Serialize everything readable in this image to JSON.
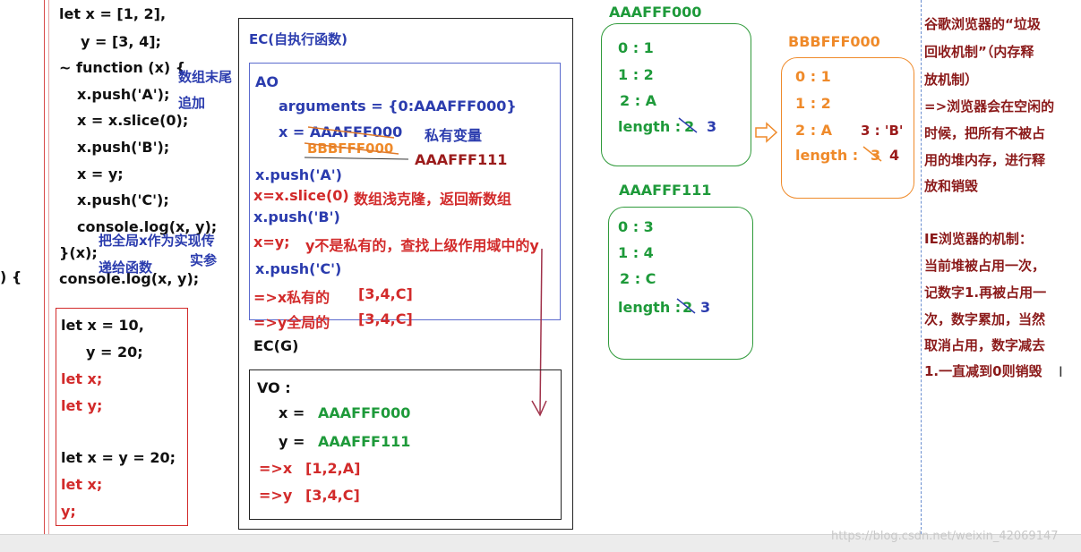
{
  "left_code": {
    "lines": [
      "let x = [1, 2],",
      "y = [3, 4];",
      "~ function (x) {",
      "x.push('A');",
      "x = x.slice(0);",
      "x.push('B');",
      "x = y;",
      "x.push('C');",
      "console.log(x, y);",
      "}(x);",
      "console.log(x, y);"
    ],
    "stray": ") {",
    "note_array_tail": "数组末尾",
    "note_append": "追加",
    "note_global_pass": "把全局x作为实现传",
    "note_actual_param": "实参",
    "note_pass_to_fn": "递给函数"
  },
  "red_box": {
    "lines": [
      "let x = 10,",
      "y = 20;",
      "let x;",
      "let y;",
      "let x = y = 20;",
      "let x;",
      "y;"
    ]
  },
  "ec_self": {
    "title": "EC(自执行函数)",
    "ao_label": "AO",
    "arguments": "arguments = {0:AAAFFF000}",
    "x_assign": "x = AAAFFF000",
    "private_var": "私有变量",
    "bbb": "BBBFFF000",
    "aaa111": "AAAFFF111",
    "steps": [
      "x.push('A')",
      "x=x.slice(0)",
      "x.push('B')",
      "x=y;",
      "x.push('C')",
      "=>x私有的",
      "=>y全局的"
    ],
    "slice_note": "数组浅克隆，返回新数组",
    "y_note": "y不是私有的，查找上级作用域中的y",
    "x_val": "[3,4,C]",
    "y_val": "[3,4,C]"
  },
  "ec_g": {
    "title": "EC(G)",
    "vo": "VO :",
    "x_label": "x =",
    "x_val": "AAAFFF000",
    "y_label": "y =",
    "y_val": "AAAFFF111",
    "x_res_label": "=>x",
    "x_res": "[1,2,A]",
    "y_res_label": "=>y",
    "y_res": "[3,4,C]"
  },
  "heap1": {
    "title": "AAAFFF000",
    "rows": [
      "0 : 1",
      "1 : 2",
      "2 : A"
    ],
    "length_label": "length :",
    "length_old": "2",
    "length_new": "3"
  },
  "heap2": {
    "title": "BBBFFF000",
    "rows": [
      "0  :  1",
      "1  :  2",
      "2  : A"
    ],
    "extra": "3 : 'B'",
    "length_label": "length :",
    "length_old": "3",
    "length_new": "4"
  },
  "heap3": {
    "title": "AAAFFF111",
    "rows": [
      "0 : 3",
      "1 : 4",
      "2 : C"
    ],
    "length_label": "length :",
    "length_old": "2",
    "length_new": "3"
  },
  "notes": {
    "gc_lines": [
      "谷歌浏览器的“垃圾",
      "回收机制”（内存释",
      "放机制）",
      "=>浏览器会在空闲的",
      "时候，把所有不被占",
      "用的堆内存，进行释",
      "放和销毁"
    ],
    "ie_lines": [
      "IE浏览器的机制：",
      "当前堆被占用一次，",
      "记数字1.再被占用一",
      "次，数字累加，当然",
      "取消占用，数字减去",
      "1.一直减到0则销毁"
    ]
  },
  "watermark": "https://blog.csdn.net/weixin_42069147"
}
